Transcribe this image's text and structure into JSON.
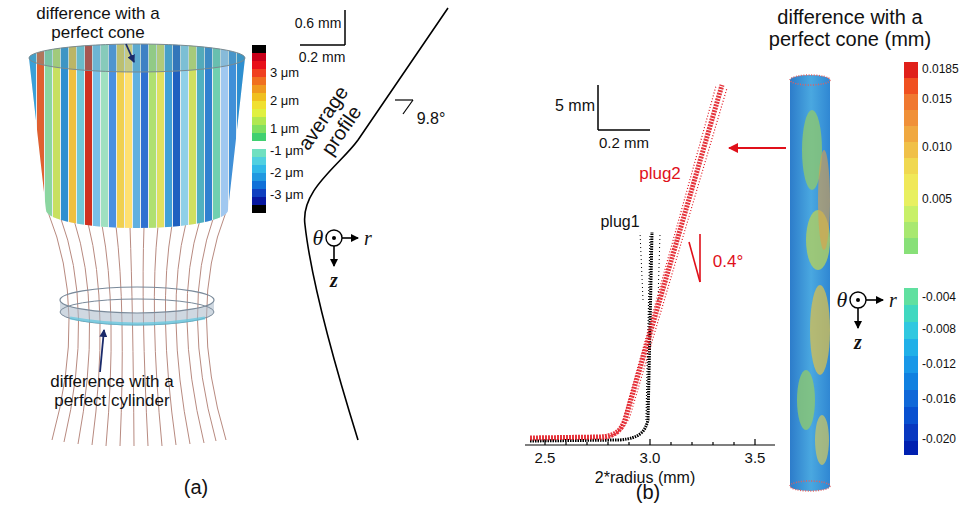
{
  "diagram": {
    "labels": [
      "difference with a perfect cone",
      "3 μm",
      "2 μm",
      "1 μm",
      "-1 μm",
      "-2 μm",
      "-3 μm",
      "difference with a perfect cylinder",
      "0.6 mm",
      "0.2 mm",
      "9.8°",
      "average profile",
      "θ",
      "r",
      "z",
      "(a)",
      "difference with a perfect cone (mm)",
      "5 mm",
      "0.2 mm",
      "plug2",
      "0.4°",
      "plug1",
      "2.5",
      "3.0",
      "3.5",
      "2*radius (mm)",
      "0.0185",
      "0.015",
      "0.010",
      "0.005",
      "-0.004",
      "-0.008",
      "-0.012",
      "-0.016",
      "-0.020",
      "θ",
      "r",
      "z",
      "(b)"
    ]
  }
}
